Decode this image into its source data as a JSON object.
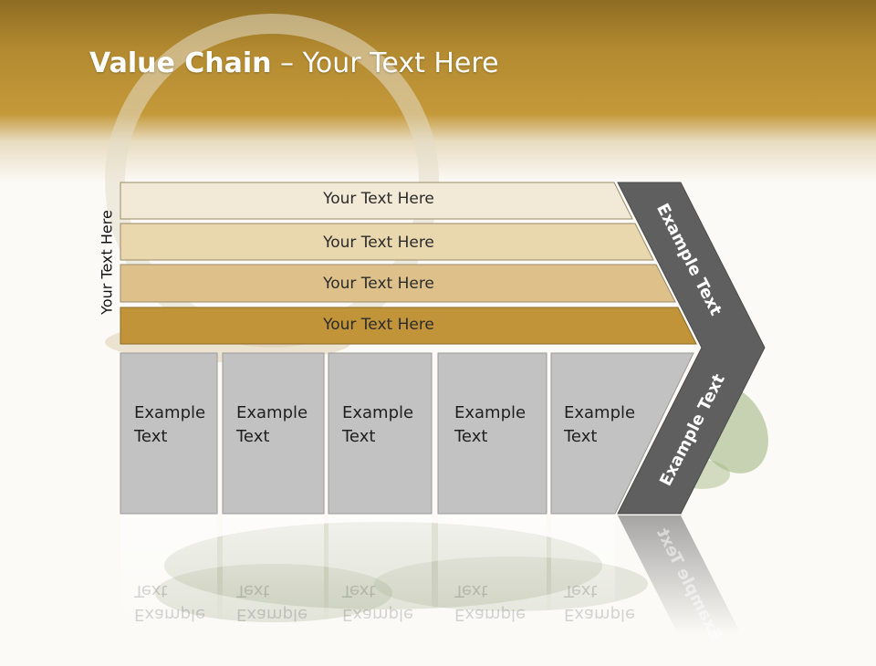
{
  "title": {
    "bold": "Value Chain",
    "rest": " – Your Text Here"
  },
  "side_label": "Your Text Here",
  "bands": [
    {
      "label": "Your Text Here",
      "color": "#f2ead6"
    },
    {
      "label": "Your Text Here",
      "color": "#e9d7ae"
    },
    {
      "label": "Your Text Here",
      "color": "#dec18a"
    },
    {
      "label": "Your Text Here",
      "color": "#c19439"
    }
  ],
  "cells": [
    {
      "line1": "Example",
      "line2": "Text"
    },
    {
      "line1": "Example",
      "line2": "Text"
    },
    {
      "line1": "Example",
      "line2": "Text"
    },
    {
      "line1": "Example",
      "line2": "Text"
    },
    {
      "line1": "Example",
      "line2": "Text"
    }
  ],
  "chevron": {
    "upper_label": "Example Text",
    "lower_label": "Example Text",
    "color": "#5f5f5f"
  },
  "colors": {
    "header": "#b38a30",
    "cell_fill": "#c2c2c2",
    "cell_border": "#9a9a9a"
  }
}
